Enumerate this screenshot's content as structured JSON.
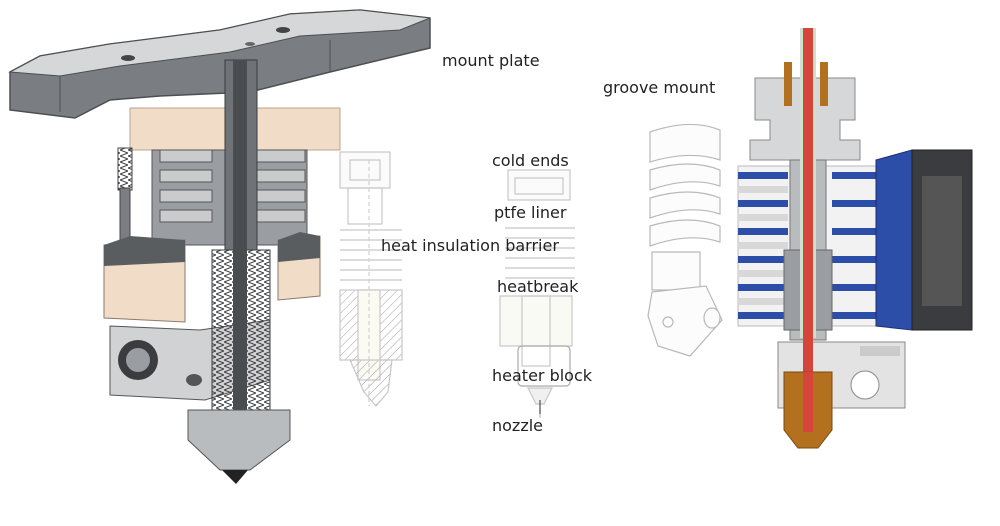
{
  "labels": {
    "mount_plate": "mount plate",
    "groove_mount": "groove mount",
    "cold_ends": "cold ends",
    "ptfe_liner": "ptfe liner",
    "heat_insulation_barrier": "heat insulation barrier",
    "heatbreak": "heatbreak",
    "heater_block": "heater block",
    "nozzle": "nozzle"
  },
  "colors": {
    "metal": "#6f7377",
    "metal_light": "#b9bcbf",
    "metal_dark": "#3f4245",
    "insulator": "#f1dcc8",
    "filament_path": "#d6453b",
    "ptfe": "#cfe0cf",
    "fan_blue": "#2d4ea8",
    "brass": "#b3701f",
    "outline": "#9a9a9a"
  }
}
